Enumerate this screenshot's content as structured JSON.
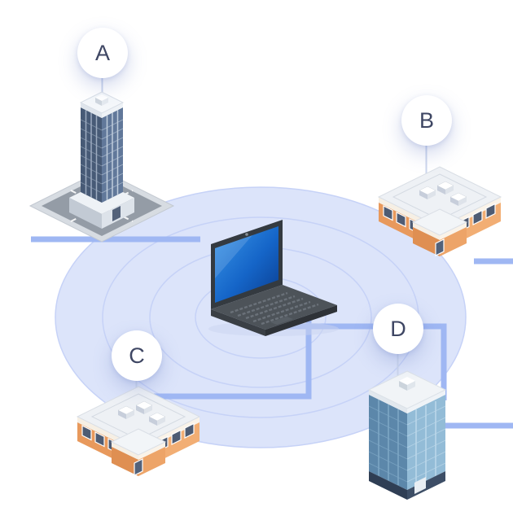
{
  "diagram": {
    "title": "",
    "type": "network-topology-illustration",
    "hub": {
      "name": "laptop-hub",
      "illustration": "laptop",
      "screen_color": "#1565c8"
    },
    "nodes": [
      {
        "label": "A",
        "building": "skyscraper-on-city-block"
      },
      {
        "label": "B",
        "building": "orange-office-building"
      },
      {
        "label": "C",
        "building": "orange-office-building"
      },
      {
        "label": "D",
        "building": "blue-glass-tower"
      }
    ],
    "connections": [
      {
        "from": "building-a",
        "to": "left-network-edge"
      },
      {
        "from": "building-b",
        "to": "right-network-edge"
      },
      {
        "from": "laptop-hub",
        "to": "building-d"
      },
      {
        "from": "laptop-hub",
        "to": "building-c"
      },
      {
        "from": "building-d",
        "to": "right-network-edge"
      }
    ],
    "colors": {
      "background": "#ffffff",
      "connector_line": "#9fb7f3",
      "ripple_fill": "#dce4fa",
      "ripple_ring": "#c6d2f7",
      "badge_background": "#ffffff",
      "badge_text": "#3e4663"
    }
  }
}
